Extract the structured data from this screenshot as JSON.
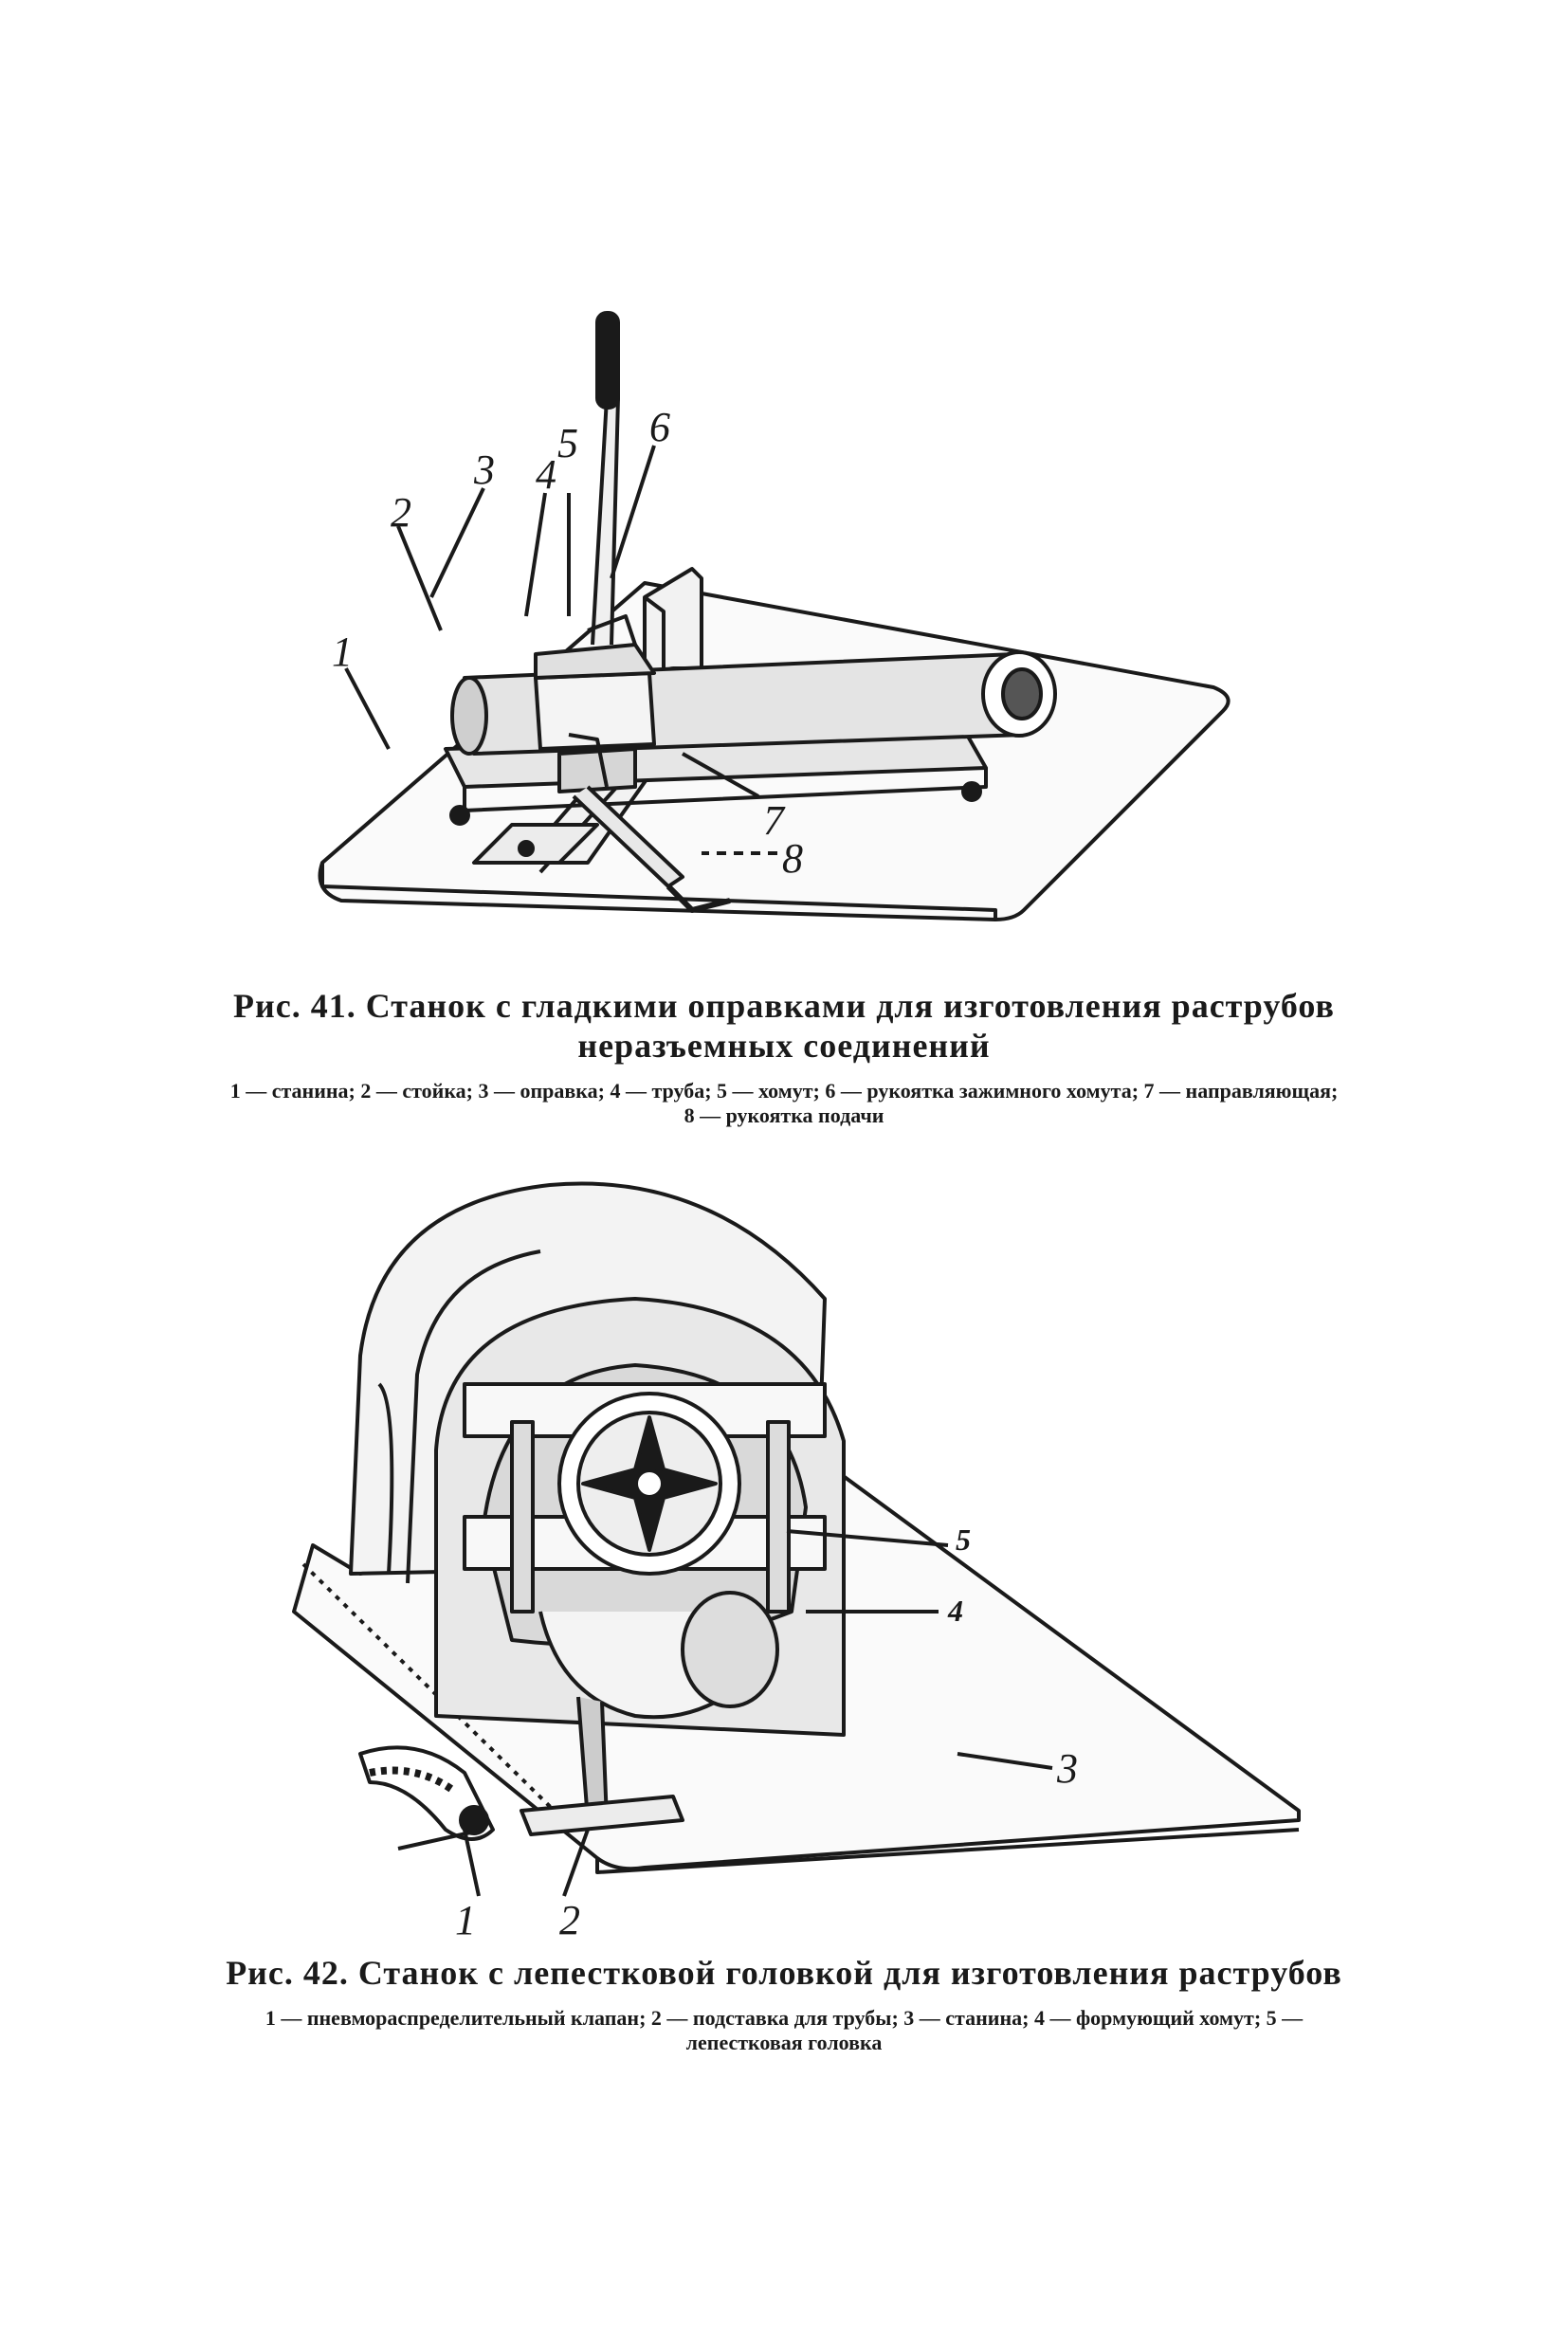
{
  "figure41": {
    "caption_title": "Рис. 41. Станок с гладкими оправками для изготовления раструбов неразъемных соединений",
    "legend": "1 — станина; 2 — стойка; 3 — оправка; 4 — труба; 5 — хомут; 6 — рукоятка зажимного хомута; 7 — направляющая; 8 — рукоятка подачи",
    "labels": [
      "1",
      "2",
      "3",
      "4",
      "5",
      "6",
      "7",
      "8"
    ]
  },
  "figure42": {
    "caption_title": "Рис. 42. Станок с лепестковой головкой для изготовления раструбов",
    "legend": "1 — пневмораспределительный клапан; 2 — подставка для трубы; 3 — станина; 4 — формующий хомут; 5 — лепестковая головка",
    "labels": [
      "1",
      "2",
      "3",
      "4",
      "5"
    ]
  }
}
